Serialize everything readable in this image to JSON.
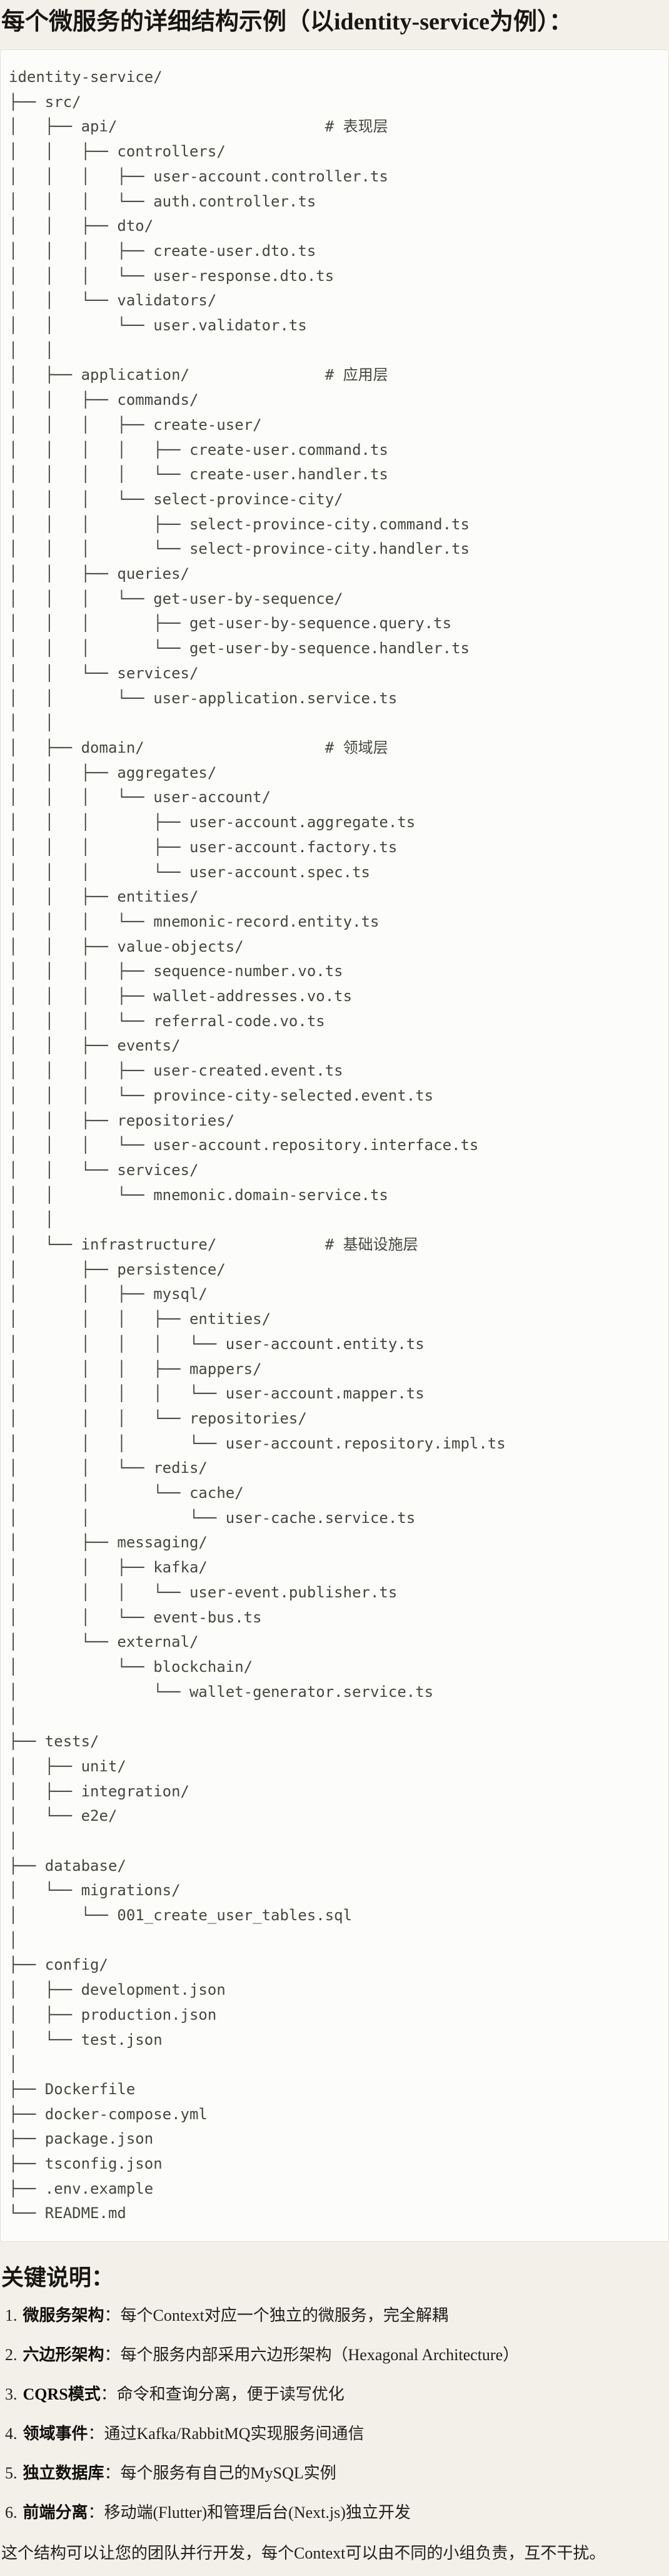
{
  "title": "每个微服务的详细结构示例（以identity-service为例）：",
  "code_block": {
    "language": "plaintext",
    "lines": [
      "identity-service/",
      "├── src/",
      "│   ├── api/                       # 表现层",
      "│   │   ├── controllers/",
      "│   │   │   ├── user-account.controller.ts",
      "│   │   │   └── auth.controller.ts",
      "│   │   ├── dto/",
      "│   │   │   ├── create-user.dto.ts",
      "│   │   │   └── user-response.dto.ts",
      "│   │   └── validators/",
      "│   │       └── user.validator.ts",
      "│   │",
      "│   ├── application/               # 应用层",
      "│   │   ├── commands/",
      "│   │   │   ├── create-user/",
      "│   │   │   │   ├── create-user.command.ts",
      "│   │   │   │   └── create-user.handler.ts",
      "│   │   │   └── select-province-city/",
      "│   │   │       ├── select-province-city.command.ts",
      "│   │   │       └── select-province-city.handler.ts",
      "│   │   ├── queries/",
      "│   │   │   └── get-user-by-sequence/",
      "│   │   │       ├── get-user-by-sequence.query.ts",
      "│   │   │       └── get-user-by-sequence.handler.ts",
      "│   │   └── services/",
      "│   │       └── user-application.service.ts",
      "│   │",
      "│   ├── domain/                    # 领域层",
      "│   │   ├── aggregates/",
      "│   │   │   └── user-account/",
      "│   │   │       ├── user-account.aggregate.ts",
      "│   │   │       ├── user-account.factory.ts",
      "│   │   │       └── user-account.spec.ts",
      "│   │   ├── entities/",
      "│   │   │   └── mnemonic-record.entity.ts",
      "│   │   ├── value-objects/",
      "│   │   │   ├── sequence-number.vo.ts",
      "│   │   │   ├── wallet-addresses.vo.ts",
      "│   │   │   └── referral-code.vo.ts",
      "│   │   ├── events/",
      "│   │   │   ├── user-created.event.ts",
      "│   │   │   └── province-city-selected.event.ts",
      "│   │   ├── repositories/",
      "│   │   │   └── user-account.repository.interface.ts",
      "│   │   └── services/",
      "│   │       └── mnemonic.domain-service.ts",
      "│   │",
      "│   └── infrastructure/            # 基础设施层",
      "│       ├── persistence/",
      "│       │   ├── mysql/",
      "│       │   │   ├── entities/",
      "│       │   │   │   └── user-account.entity.ts",
      "│       │   │   ├── mappers/",
      "│       │   │   │   └── user-account.mapper.ts",
      "│       │   │   └── repositories/",
      "│       │   │       └── user-account.repository.impl.ts",
      "│       │   └── redis/",
      "│       │       └── cache/",
      "│       │           └── user-cache.service.ts",
      "│       ├── messaging/",
      "│       │   ├── kafka/",
      "│       │   │   └── user-event.publisher.ts",
      "│       │   └── event-bus.ts",
      "│       └── external/",
      "│           └── blockchain/",
      "│               └── wallet-generator.service.ts",
      "│",
      "├── tests/",
      "│   ├── unit/",
      "│   ├── integration/",
      "│   └── e2e/",
      "│",
      "├── database/",
      "│   └── migrations/",
      "│       └── 001_create_user_tables.sql",
      "│",
      "├── config/",
      "│   ├── development.json",
      "│   ├── production.json",
      "│   └── test.json",
      "│",
      "├── Dockerfile",
      "├── docker-compose.yml",
      "├── package.json",
      "├── tsconfig.json",
      "├── .env.example",
      "└── README.md"
    ]
  },
  "section": {
    "heading": "关键说明：",
    "items": [
      {
        "num": "1.",
        "term": "微服务架构",
        "desc": "：每个Context对应一个独立的微服务，完全解耦"
      },
      {
        "num": "2.",
        "term": "六边形架构",
        "desc": "：每个服务内部采用六边形架构（Hexagonal Architecture）"
      },
      {
        "num": "3.",
        "term": "CQRS模式",
        "desc": "：命令和查询分离，便于读写优化"
      },
      {
        "num": "4.",
        "term": "领域事件",
        "desc": "：通过Kafka/RabbitMQ实现服务间通信"
      },
      {
        "num": "5.",
        "term": "独立数据库",
        "desc": "：每个服务有自己的MySQL实例"
      },
      {
        "num": "6.",
        "term": "前端分离",
        "desc": "：移动端(Flutter)和管理后台(Next.js)独立开发"
      }
    ],
    "closing": "这个结构可以让您的团队并行开发，每个Context可以由不同的小组负责，互不干扰。"
  },
  "colors": {
    "page_bg": "#f2f0e8",
    "code_bg": "#fcfcfa",
    "border": "#e3e1d8",
    "title_color": "#171613",
    "code_color": "#47463f",
    "body_color": "#21201b",
    "bold_color": "#0f0e0b"
  }
}
